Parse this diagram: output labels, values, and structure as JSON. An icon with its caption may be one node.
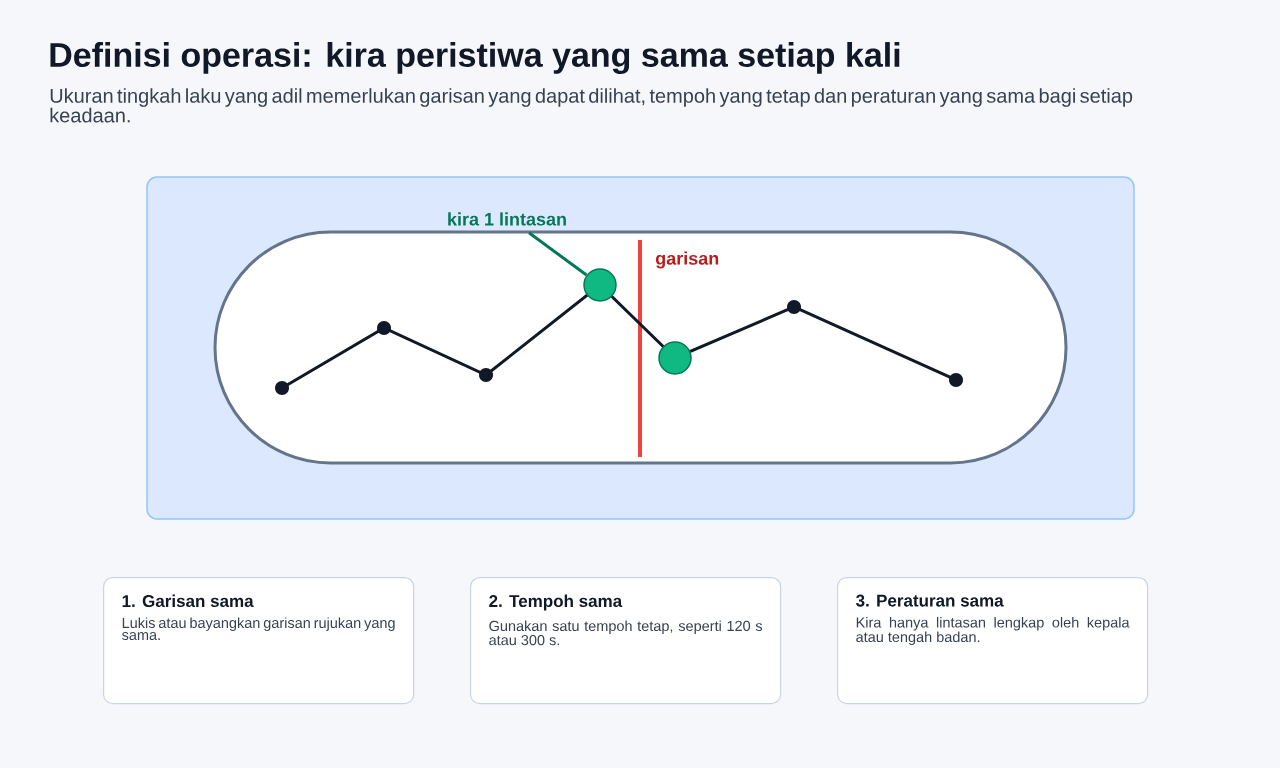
{
  "diagram": {
    "title": "Definisi operasi: kira peristiwa yang sama setiap kali",
    "nodes": [
      {
        "text": [
          "kira 1 lintasan"
        ]
      },
      {
        "text": [],
        "shape": "circle"
      },
      {
        "text": [],
        "shape": "circle"
      },
      {
        "text": [
          "1. Garisan sama",
          "Lukis atau bayangkan garisan rujukan yang sama."
        ]
      },
      {
        "text": [
          "2. Tempoh sama",
          "Gunakan satu tempoh tetap, seperti 120 s atau 300 s."
        ]
      },
      {
        "text": [
          "3. Peraturan sama",
          "Kira hanya lintasan lengkap oleh kepala atau tengah badan."
        ]
      }
    ],
    "edges": [
      {
        "from": 0,
        "to": 1,
        "arrow": "none",
        "color": "#047857"
      }
    ],
    "labels": [
      "Ukuran tingkah laku yang adil memerlukan garisan yang dapat dilihat, tempoh yang tetap dan peraturan yang sama bagi setiap keadaan.",
      "garisan"
    ]
  }
}
